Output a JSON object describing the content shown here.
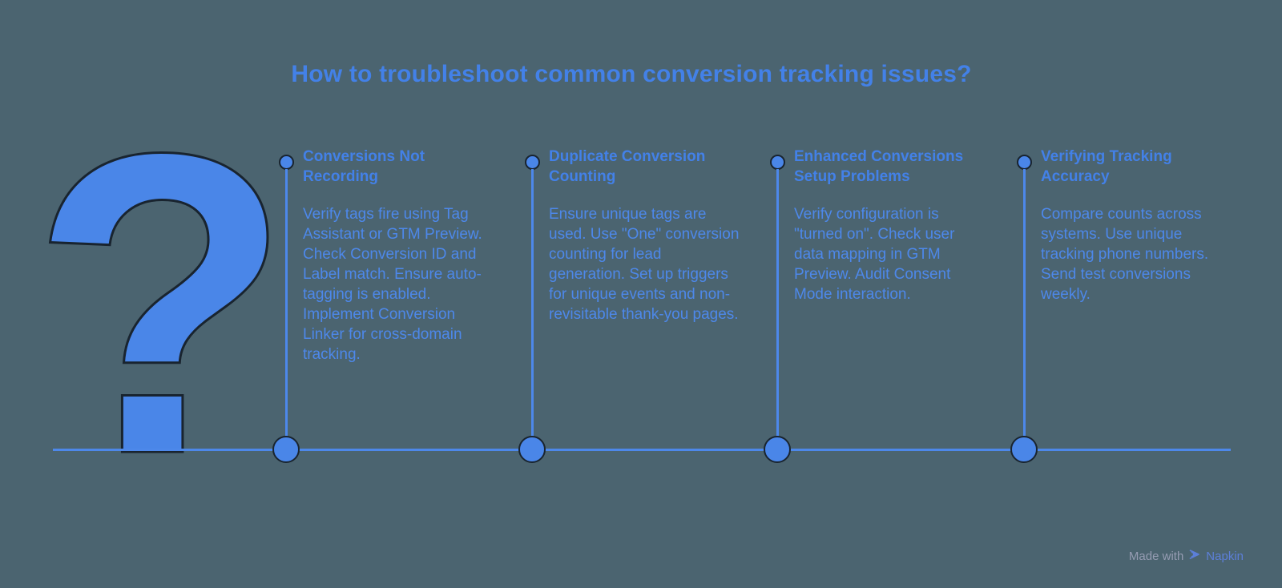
{
  "page": {
    "background_color": "#4b6470",
    "accent_blue": "#4a86e8",
    "outline_color": "#19242f"
  },
  "title": {
    "text": "How to troubleshoot common conversion tracking issues?"
  },
  "question_mark": {
    "glyph": "?"
  },
  "milestones": [
    {
      "heading": "Conversions Not Recording",
      "body": "Verify tags fire using Tag Assistant or GTM Preview. Check Conversion ID and Label match. Ensure auto-tagging is enabled. Implement Conversion Linker for cross-domain tracking."
    },
    {
      "heading": "Duplicate Conversion Counting",
      "body": "Ensure unique tags are used. Use \"One\" conversion counting for lead generation. Set up triggers for unique events and non-revisitable thank-you pages."
    },
    {
      "heading": "Enhanced Conversions Setup Problems",
      "body": "Verify configuration is \"turned on\". Check user data mapping in GTM Preview. Audit Consent Mode interaction."
    },
    {
      "heading": "Verifying Tracking Accuracy",
      "body": "Compare counts across systems. Use unique tracking phone numbers. Send test conversions weekly."
    }
  ],
  "footer": {
    "made_with": "Made with",
    "brand": "Napkin",
    "logo": "napkin-logo-icon"
  }
}
